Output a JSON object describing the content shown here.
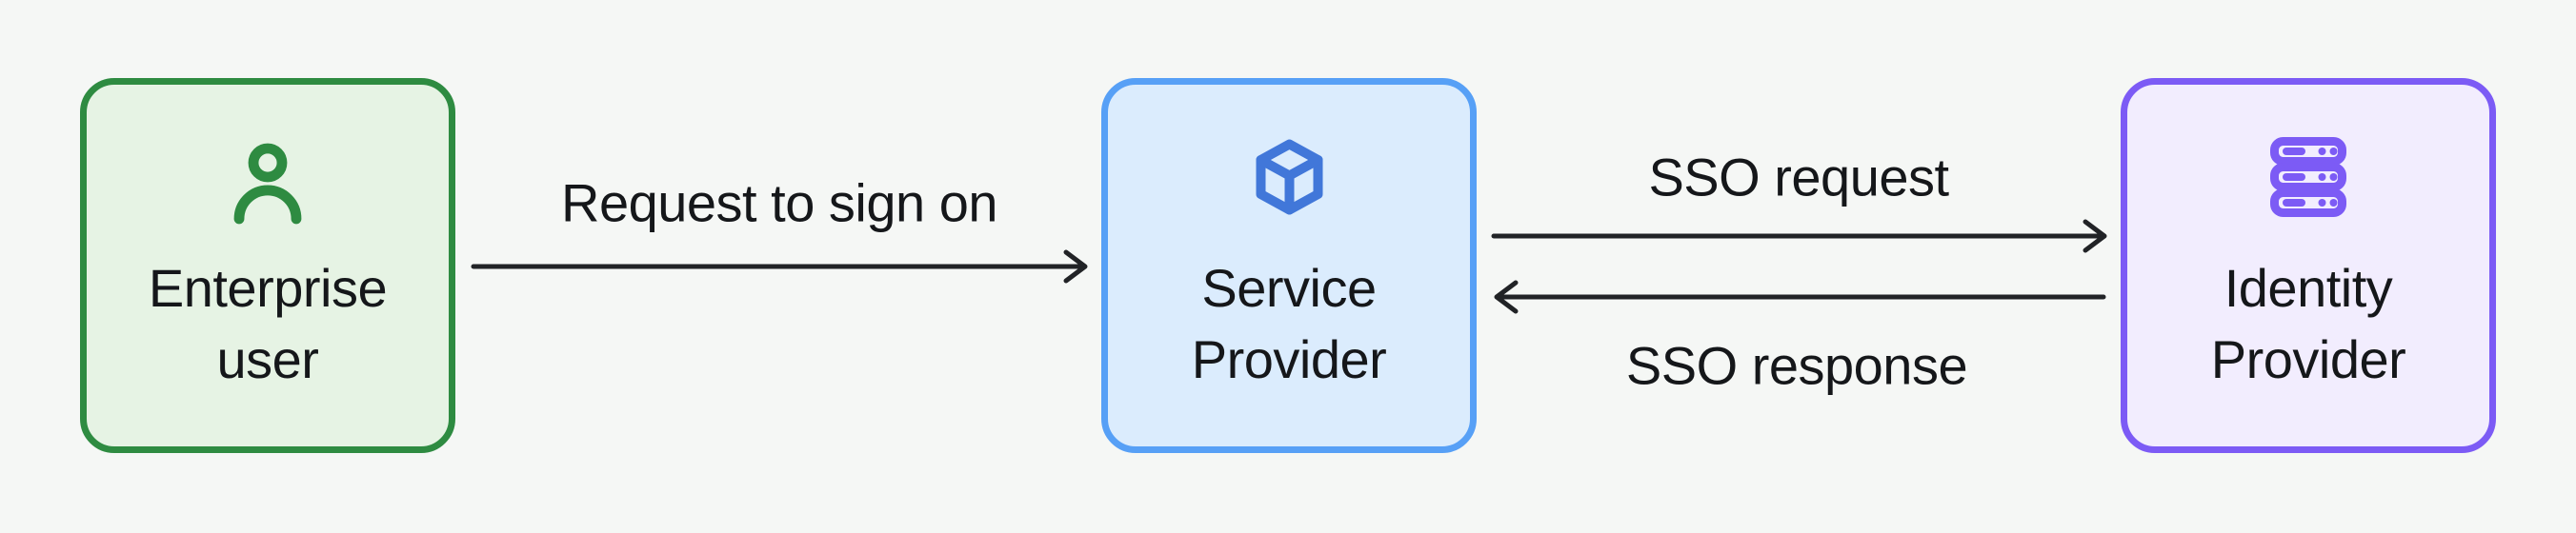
{
  "background_color": "#f5f7f5",
  "text_color": "#15171a",
  "arrow_color": "#212326",
  "nodes": [
    {
      "id": "enterprise-user",
      "lines": [
        "Enterprise",
        "user"
      ],
      "icon": "user-icon",
      "border_color": "#2e8b41",
      "fill_color": "#e6f3e4",
      "icon_color": "#2e8b41"
    },
    {
      "id": "service-provider",
      "lines": [
        "Service",
        "Provider"
      ],
      "icon": "cube-icon",
      "border_color": "#57a0f6",
      "fill_color": "#dbecfd",
      "icon_color": "#4177d9"
    },
    {
      "id": "identity-provider",
      "lines": [
        "Identity",
        "Provider"
      ],
      "icon": "server-stack-icon",
      "border_color": "#7c5bf5",
      "fill_color": "#f2edfe",
      "icon_color": "#7c5bf5"
    }
  ],
  "edges": [
    {
      "label": "Request to sign on",
      "from": "enterprise-user",
      "to": "service-provider",
      "direction": "right"
    },
    {
      "label": "SSO request",
      "from": "service-provider",
      "to": "identity-provider",
      "direction": "right"
    },
    {
      "label": "SSO response",
      "from": "identity-provider",
      "to": "service-provider",
      "direction": "left"
    }
  ]
}
